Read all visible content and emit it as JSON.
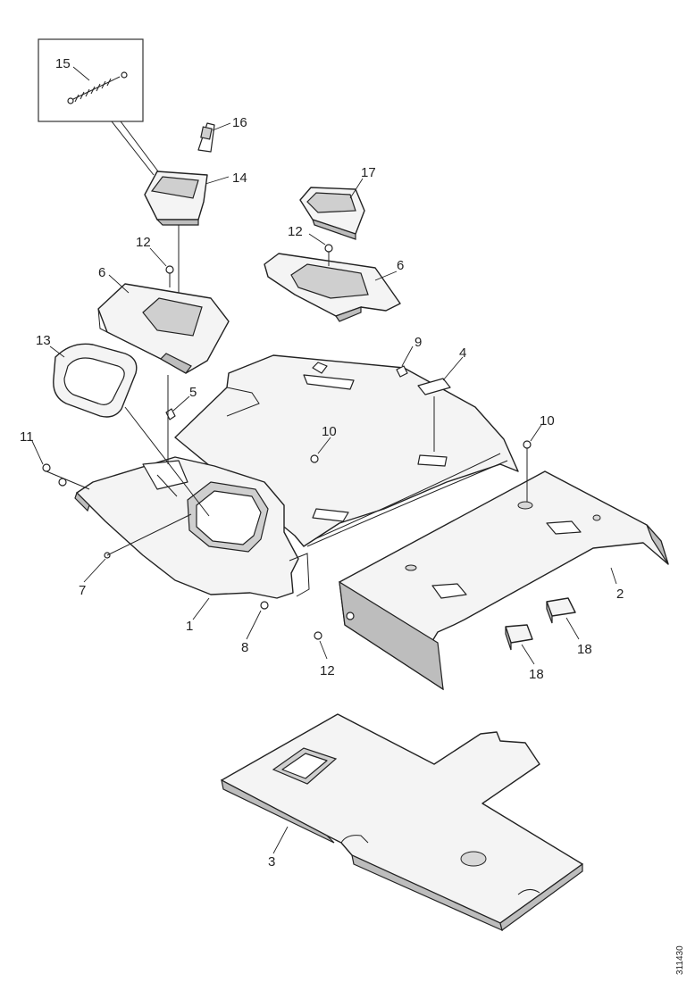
{
  "diagram": {
    "callouts": {
      "c1": "1",
      "c2": "2",
      "c3": "3",
      "c4": "4",
      "c5": "5",
      "c6a": "6",
      "c6b": "6",
      "c7": "7",
      "c8": "8",
      "c9": "9",
      "c10a": "10",
      "c10b": "10",
      "c11": "11",
      "c12a": "12",
      "c12b": "12",
      "c12c": "12",
      "c13": "13",
      "c14": "14",
      "c15": "15",
      "c16": "16",
      "c17": "17",
      "c18a": "18",
      "c18b": "18"
    },
    "reference_number": "311430"
  }
}
